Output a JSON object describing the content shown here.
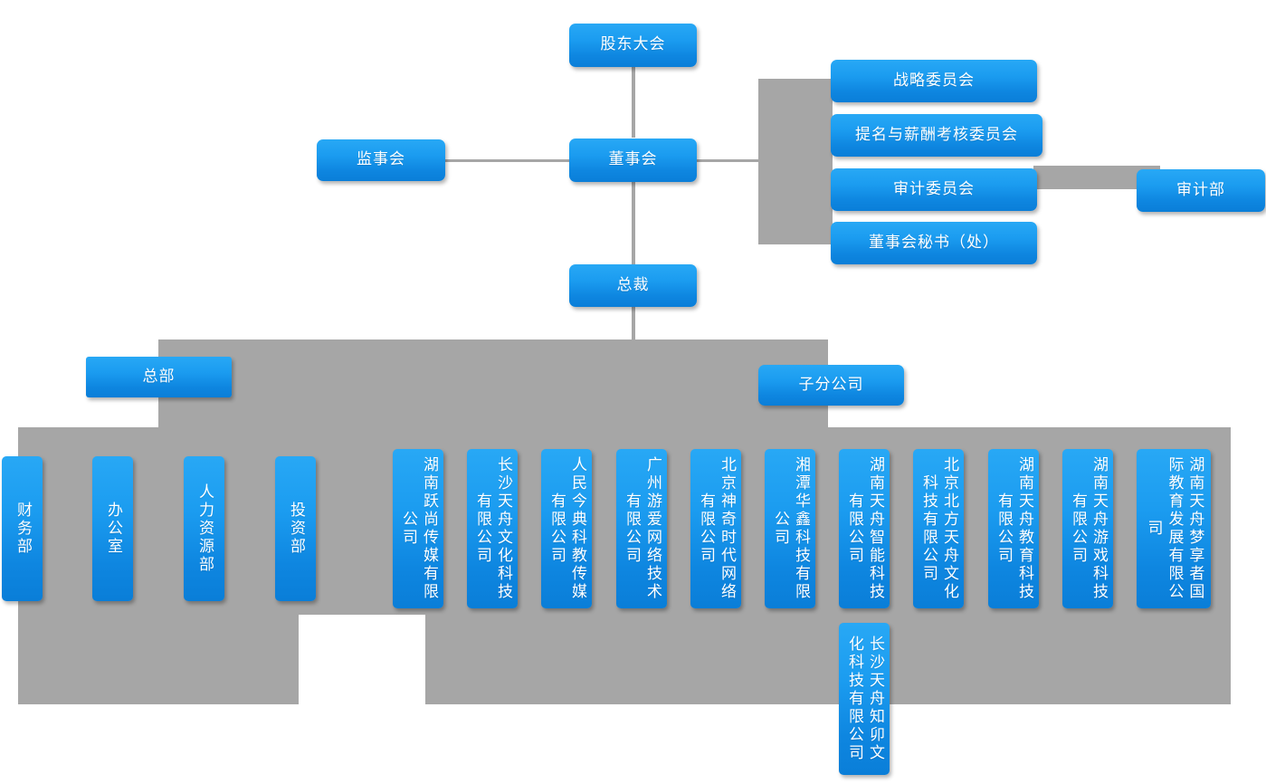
{
  "chart_title": "",
  "colors": {
    "node_gradient_top": "#28a8f5",
    "node_gradient_bottom": "#0a7ed8",
    "connector_gray": "#a6a6a6",
    "node_text": "#ffffff",
    "background": "#ffffff"
  },
  "governance": {
    "shareholders_meeting": "股东大会",
    "board_of_directors": "董事会",
    "supervisory_board": "监事会",
    "president": "总裁",
    "audit_department": "审计部"
  },
  "committees": [
    {
      "label": "战略委员会"
    },
    {
      "label": "提名与薪酬考核委员会"
    },
    {
      "label": "审计委员会"
    },
    {
      "label": "董事会秘书（处）"
    }
  ],
  "divisions": {
    "headquarters": "总部",
    "subsidiaries": "子分公司"
  },
  "headquarters_departments": [
    {
      "label": "财务部"
    },
    {
      "label": "办公室"
    },
    {
      "label": "人力资源部"
    },
    {
      "label": "投资部"
    }
  ],
  "subsidiary_companies": [
    {
      "label": "湖南跃尚传媒有限公司"
    },
    {
      "label": "长沙天舟文化科技有限公司"
    },
    {
      "label": "人民今典科教传媒有限公司"
    },
    {
      "label": "广州游爱网络技术有限公司"
    },
    {
      "label": "北京神奇时代网络有限公司"
    },
    {
      "label": "湘潭华鑫科技有限公司"
    },
    {
      "label": "湖南天舟智能科技有限公司"
    },
    {
      "label": "北京北方天舟文化科技有限公司"
    },
    {
      "label": "湖南天舟教育科技有限公司"
    },
    {
      "label": "湖南天舟游戏科技有限公司"
    },
    {
      "label": "湖南天舟梦享者国际教育发展有限公司"
    },
    {
      "label": "长沙天舟知卯文化科技有限公司"
    }
  ]
}
